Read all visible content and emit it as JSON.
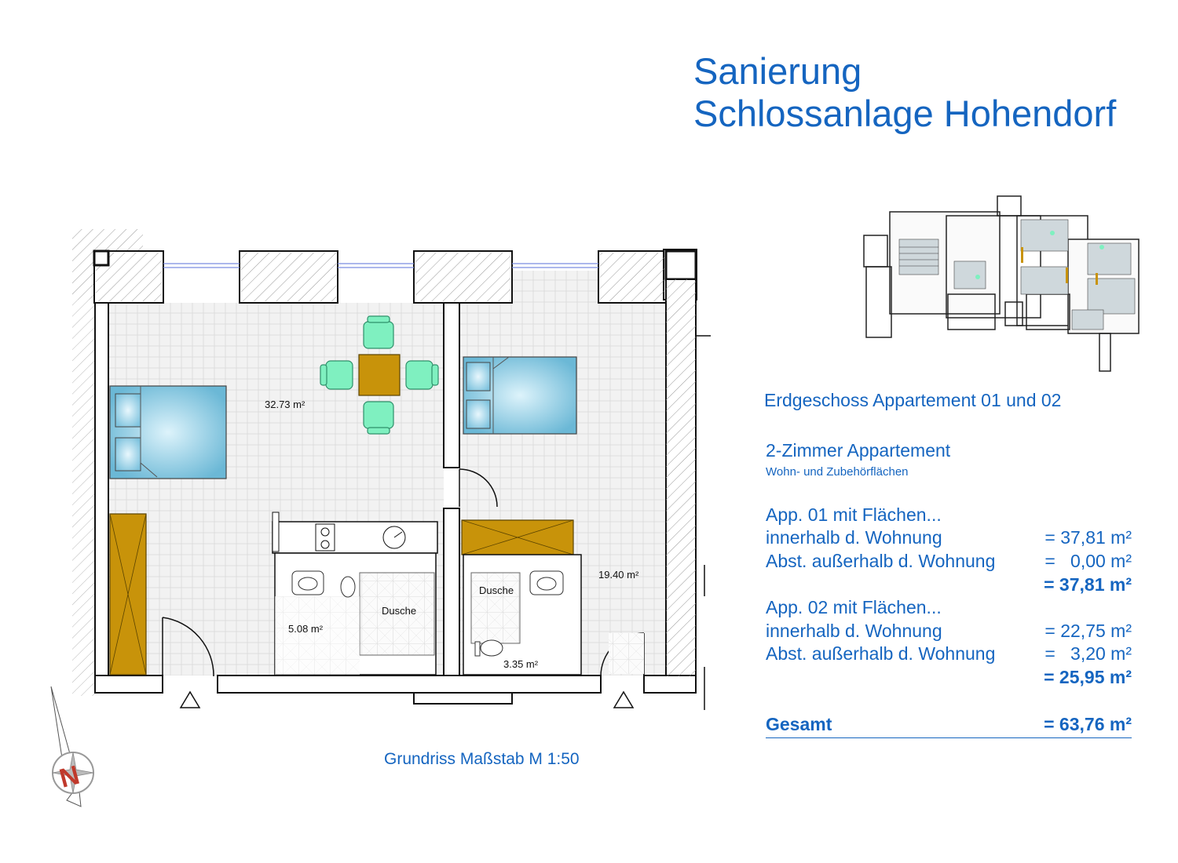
{
  "title": {
    "line1": "Sanierung",
    "line2": "Schlossanlage Hohendorf"
  },
  "info": {
    "heading": "Erdgeschoss Appartement 01 und 02",
    "type": "2-Zimmer Appartement",
    "subtype": "Wohn- und Zubehörflächen",
    "app01": {
      "label": "App. 01 mit Flächen...",
      "inside_label": "innerhalb d. Wohnung",
      "inside_value": "= 37,81 m²",
      "outside_label": "Abst. außerhalb d. Wohnung",
      "outside_value": "=   0,00 m²",
      "total_value": "= 37,81 m²"
    },
    "app02": {
      "label": "App. 02 mit Flächen...",
      "inside_label": "innerhalb d. Wohnung",
      "inside_value": "= 22,75 m²",
      "outside_label": "Abst. außerhalb d. Wohnung",
      "outside_value": "=   3,20 m²",
      "total_value": "= 25,95 m²"
    },
    "total_label": "Gesamt",
    "total_value": "= 63,76 m²"
  },
  "plan": {
    "caption": "Grundriss Maßstab M 1:50",
    "rooms": {
      "living_area": "32.73 m²",
      "bedroom2_area": "19.40 m²",
      "bath1_area": "5.08 m²",
      "bath1_label": "Dusche",
      "bath2_area": "3.35 m²",
      "bath2_label": "Dusche"
    }
  },
  "compass": {
    "letter": "N"
  },
  "colors": {
    "text_blue": "#1565c0",
    "furniture_gold": "#c8930a",
    "chair_green": "#7ff0c0",
    "bed_blue": "#8ecae6"
  }
}
